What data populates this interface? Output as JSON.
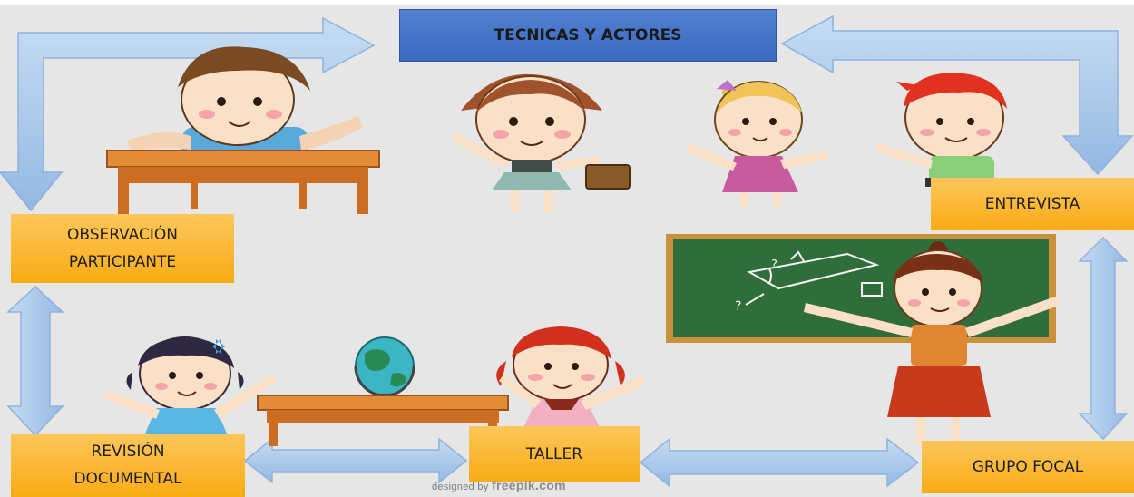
{
  "title": "TECNICAS Y ACTORES",
  "nodes": {
    "observacion": "OBSERVACIÓN\nPARTICIPANTE",
    "entrevista": "ENTREVISTA",
    "revision": "REVISIÓN\nDOCUMENTAL",
    "taller": "TALLER",
    "grupo_focal": "GRUPO FOCAL"
  },
  "credit": {
    "prefix": "designed by",
    "brand": "freepik.com"
  },
  "colors": {
    "background": "#e6e6e6",
    "title_box": "#4472c4",
    "node_box": "#fbb930",
    "arrow_fill": "#a9c8ea",
    "chalkboard": "#2f6e3b"
  },
  "illustration_icons": [
    "boy-at-desk-icon",
    "girl-with-briefcase-icon",
    "blonde-girl-icon",
    "redhead-boy-icon",
    "teacher-at-chalkboard-icon",
    "girl-with-bow-icon",
    "globe-icon",
    "redhead-girl-icon"
  ]
}
